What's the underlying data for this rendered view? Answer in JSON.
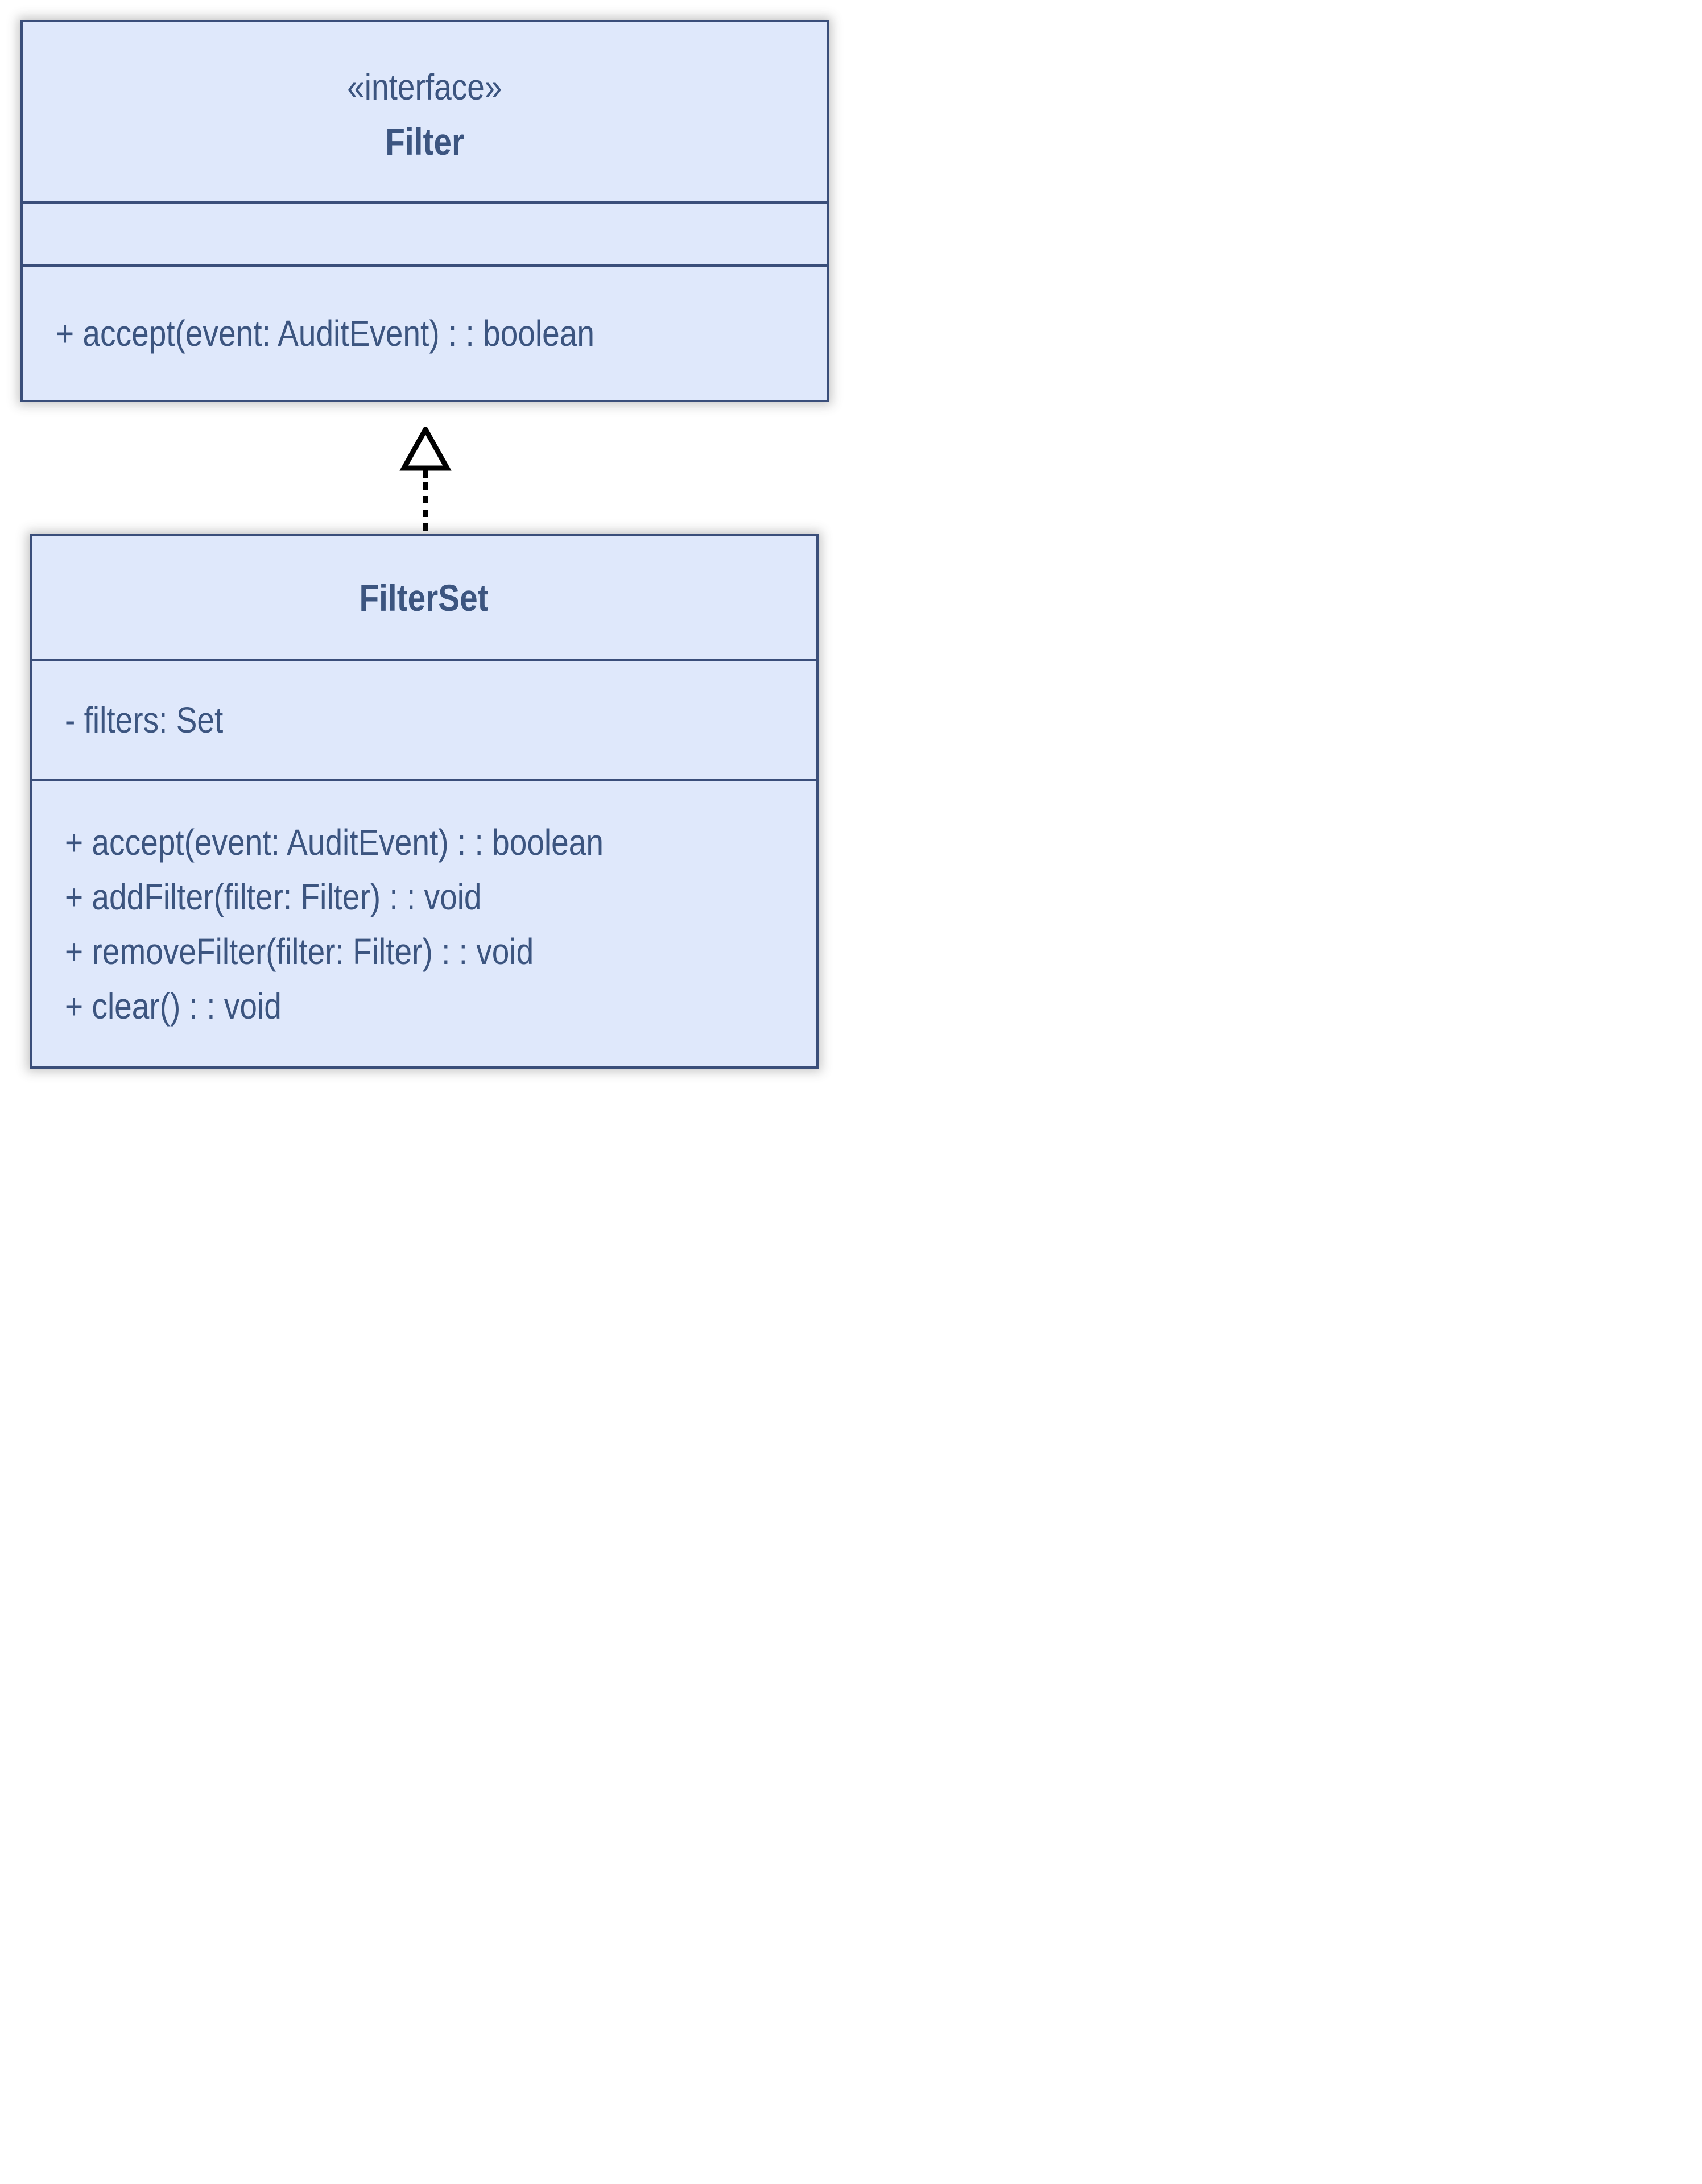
{
  "diagram_type": "uml-class-diagram",
  "filter_interface": {
    "stereotype": "«interface»",
    "name": "Filter",
    "attributes": [],
    "methods": [
      "+ accept(event: AuditEvent) : : boolean"
    ]
  },
  "filter_set": {
    "name": "FilterSet",
    "attributes": [
      "- filters: Set"
    ],
    "methods": [
      "+ accept(event: AuditEvent) : : boolean",
      "+ addFilter(filter: Filter) : : void",
      "+ removeFilter(filter: Filter) : : void",
      "+ clear() : : void"
    ]
  },
  "relationship": {
    "type": "realization",
    "from": "FilterSet",
    "to": "Filter",
    "line_style": "dashed",
    "arrow_head": "hollow-triangle-up"
  },
  "colors": {
    "box_fill": "#dfe8fb",
    "box_border": "#3a4e7a",
    "text": "#3c5580",
    "arrow": "#000000",
    "background": "#ffffff"
  }
}
